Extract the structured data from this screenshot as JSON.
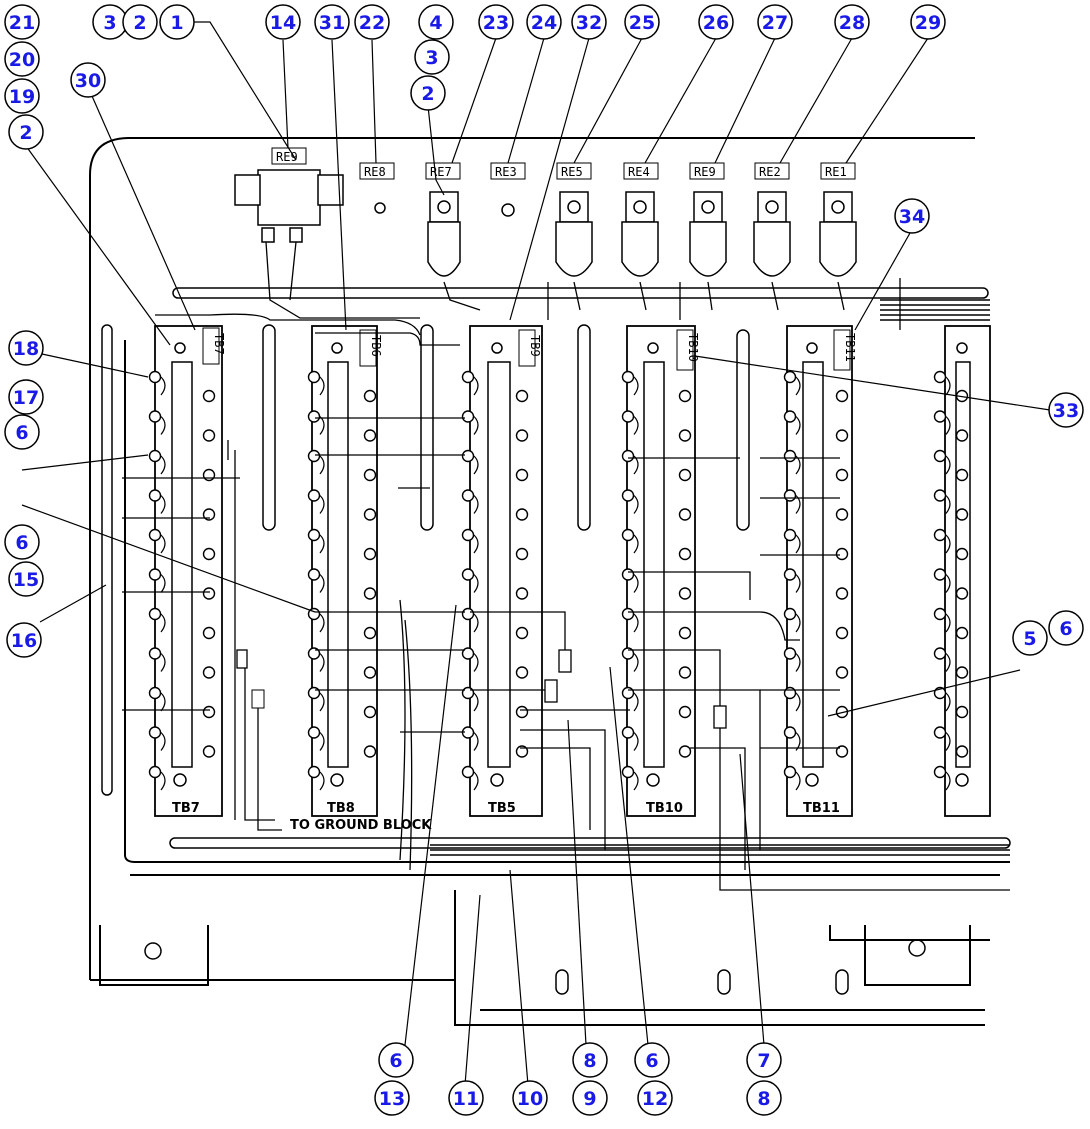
{
  "callouts": [
    "21",
    "20",
    "19",
    "2",
    "3",
    "2",
    "1",
    "14",
    "31",
    "22",
    "4",
    "3",
    "2",
    "23",
    "24",
    "32",
    "25",
    "26",
    "27",
    "28",
    "29",
    "30",
    "34",
    "18",
    "17",
    "6",
    "6",
    "15",
    "16",
    "33",
    "5",
    "6",
    "6",
    "13",
    "11",
    "10",
    "8",
    "9",
    "6",
    "12",
    "7",
    "8"
  ],
  "relay_labels": [
    "RE9",
    "RE8",
    "RE7",
    "RE3",
    "RE5",
    "RE4",
    "RE9",
    "RE2",
    "RE1"
  ],
  "tb_top_labels": [
    "TB7",
    "TB6",
    "TB9",
    "TB10",
    "TB11"
  ],
  "tb_bottom_labels": [
    "TB7",
    "TB8",
    "TB5",
    "TB10",
    "TB11"
  ],
  "ground_note": "TO GROUND BLOCK"
}
